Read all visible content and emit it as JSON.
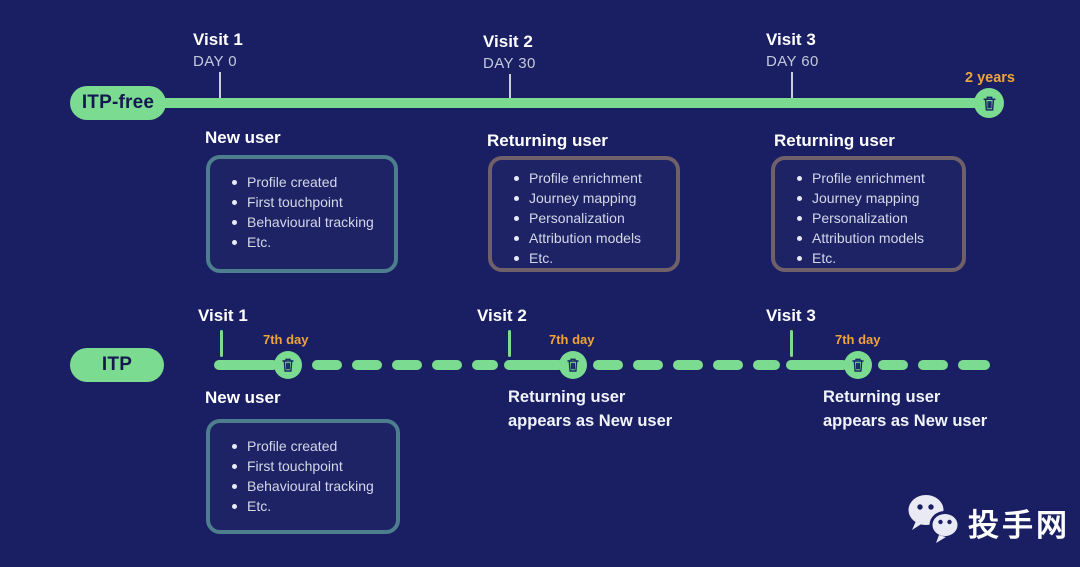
{
  "colors": {
    "background": "#1a1f63",
    "accent_green": "#7bdb91",
    "accent_orange": "#f0a339",
    "card_border_teal": "#4d7e8e",
    "card_border_mauve": "#6f6069",
    "text_primary": "#ffffff",
    "text_muted": "#c3c9dd"
  },
  "icons": {
    "marker": "trash-icon",
    "watermark": "wechat-icon"
  },
  "top": {
    "label": "ITP-free",
    "end_label": "2 years",
    "visits": [
      {
        "title": "Visit 1",
        "day": "DAY 0"
      },
      {
        "title": "Visit 2",
        "day": "DAY 30"
      },
      {
        "title": "Visit 3",
        "day": "DAY 60"
      }
    ],
    "cards": [
      {
        "title": "New user",
        "items": [
          "Profile created",
          "First touchpoint",
          "Behavioural tracking",
          "Etc."
        ]
      },
      {
        "title": "Returning user",
        "items": [
          "Profile enrichment",
          "Journey mapping",
          "Personalization",
          "Attribution models",
          "Etc."
        ]
      },
      {
        "title": "Returning user",
        "items": [
          "Profile enrichment",
          "Journey mapping",
          "Personalization",
          "Attribution models",
          "Etc."
        ]
      }
    ]
  },
  "bottom": {
    "label": "ITP",
    "visits": [
      {
        "title": "Visit 1",
        "expiry": "7th day"
      },
      {
        "title": "Visit 2",
        "expiry": "7th day"
      },
      {
        "title": "Visit 3",
        "expiry": "7th day"
      }
    ],
    "cards": [
      {
        "title": "New user",
        "items": [
          "Profile created",
          "First touchpoint",
          "Behavioural tracking",
          "Etc."
        ]
      }
    ],
    "notes": [
      {
        "line1": "Returning user",
        "line2": "appears as New user"
      },
      {
        "line1": "Returning user",
        "line2": "appears as New user"
      }
    ]
  },
  "watermark": {
    "brand": "投手网"
  }
}
